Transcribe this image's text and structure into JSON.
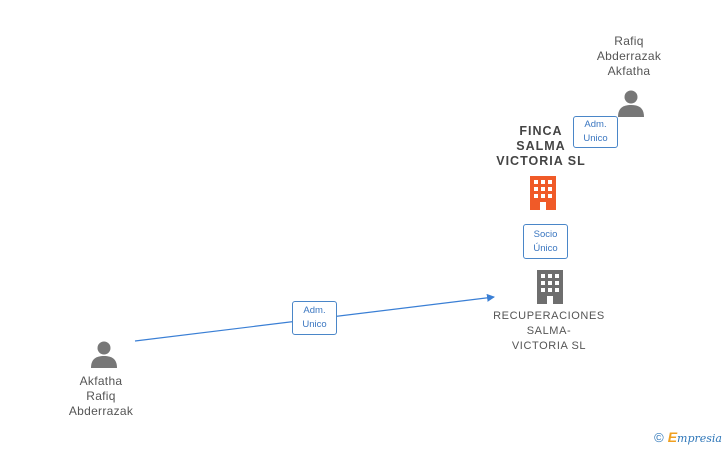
{
  "nodes": {
    "rafiq_top": {
      "name": "Rafiq\nAbderrazak\nAkfatha"
    },
    "finca": {
      "name": "FINCA\nSALMA\nVICTORIA  SL"
    },
    "recuperaciones": {
      "name": "RECUPERACIONES\nSALMA-\nVICTORIA  SL"
    },
    "akfatha_bottom": {
      "name": "Akfatha\nRafiq\nAbderrazak"
    }
  },
  "edges": {
    "top_adm": {
      "line1": "Adm.",
      "line2": "Unico"
    },
    "socio": {
      "line1": "Socio",
      "line2": "Único"
    },
    "bottom_adm": {
      "line1": "Adm.",
      "line2": "Unico"
    }
  },
  "colors": {
    "person_icon": "#777777",
    "building_highlight": "#f05a28",
    "building_gray": "#6e6e6e",
    "edge_line": "#3a7fd5",
    "badge_border": "#4a86c8"
  },
  "footer": {
    "copyright": "©",
    "brand_first": "E",
    "brand_rest": "mpresia"
  }
}
